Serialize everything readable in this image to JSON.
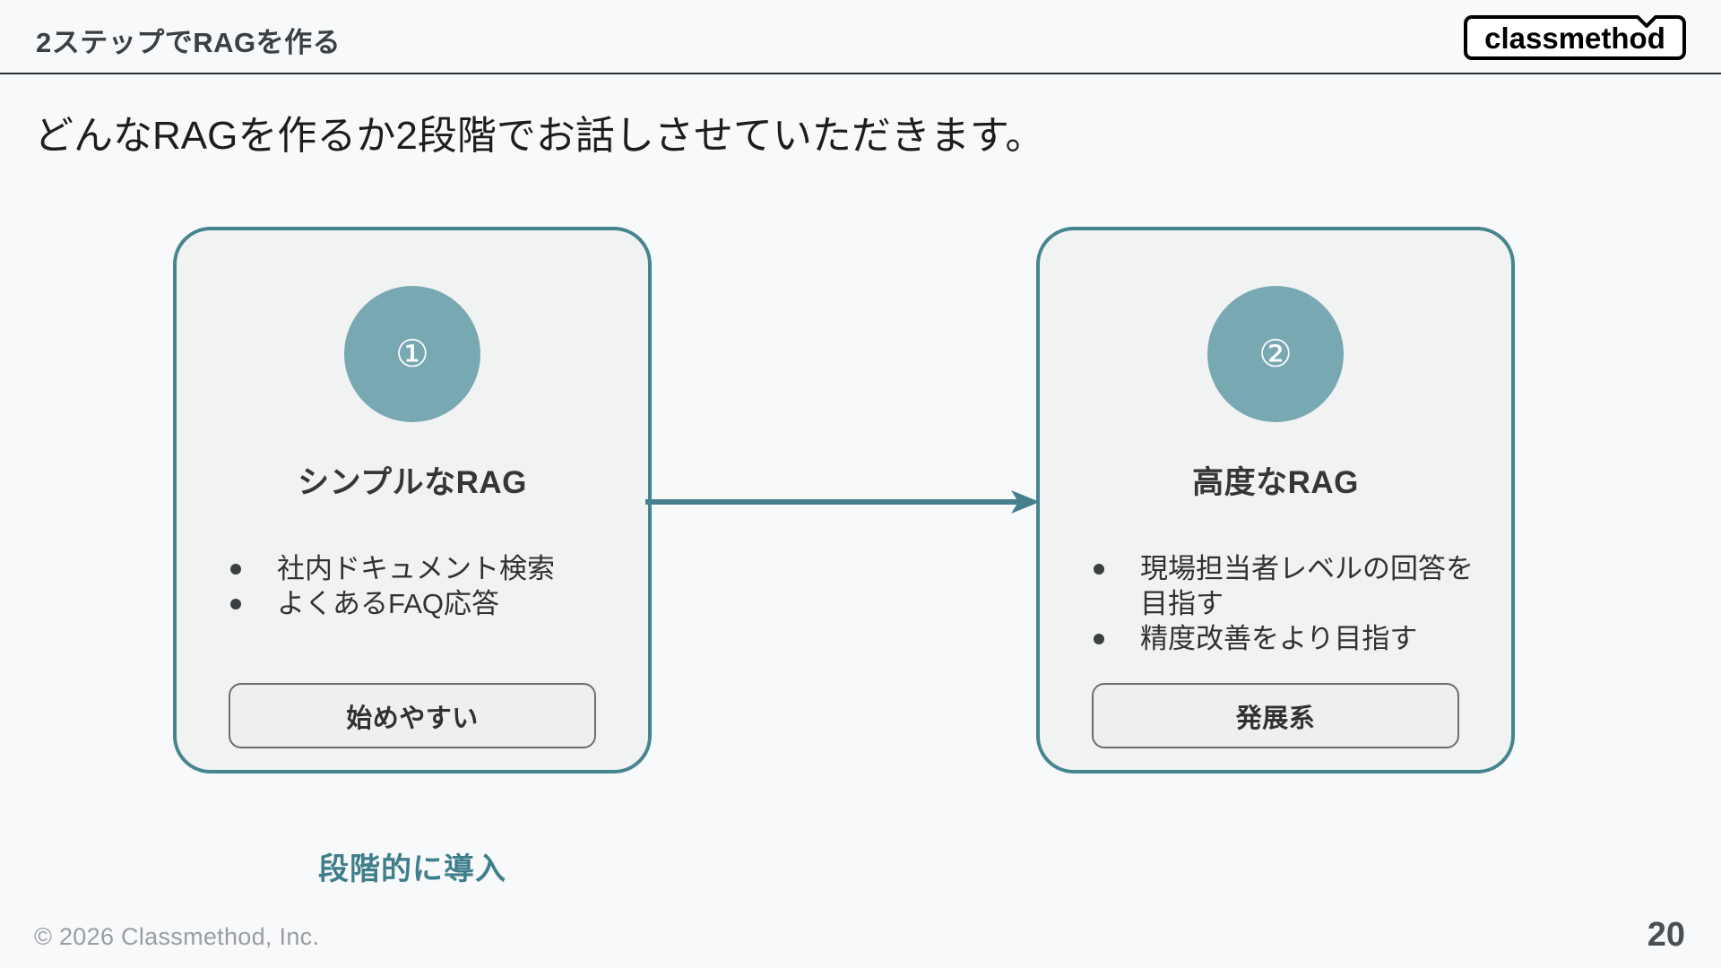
{
  "slide": {
    "header_title": "2ステップでRAGを作る",
    "subtitle": "どんなRAGを作るか2段階でお話しさせていただきます。",
    "logo_text": "classmethod",
    "caption": "段階的に導入",
    "copyright": "© 2026 Classmethod, Inc.",
    "page_number": "20"
  },
  "colors": {
    "background": "#f8f9fa",
    "card_border": "#468490",
    "card_fill": "#f1f2f2",
    "circle_fill": "#78a8b2",
    "accent_teal": "#3f7f8c",
    "arrow": "#46808d",
    "header_text": "#3c4043",
    "body_text": "#2f3133",
    "footer_text": "#9a9da0"
  },
  "cards": [
    {
      "number": "①",
      "title": "シンプルなRAG",
      "bullets": [
        "社内ドキュメント検索",
        "よくあるFAQ応答"
      ],
      "badge": "始めやすい"
    },
    {
      "number": "②",
      "title": "高度なRAG",
      "bullets": [
        "現場担当者レベルの回答を目指す",
        "精度改善をより目指す"
      ],
      "badge": "発展系"
    }
  ],
  "connector": {
    "direction": "left-to-right",
    "label": ""
  }
}
